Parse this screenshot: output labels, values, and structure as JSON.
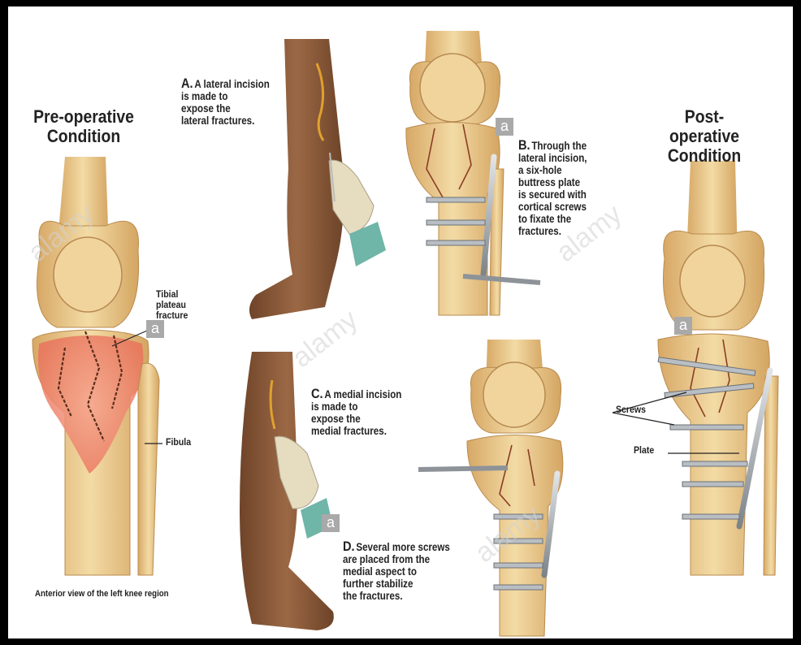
{
  "titles": {
    "pre": "Pre-operative\nCondition",
    "post": "Post-operative\nCondition"
  },
  "steps": {
    "a": {
      "letter": "A.",
      "text": "A lateral incision\nis made to\nexpose the\nlateral fractures."
    },
    "b": {
      "letter": "B.",
      "text": "Through the\nlateral incision,\na six-hole\nbuttress plate\nis secured with\ncortical screws\nto fixate the\nfractures."
    },
    "c": {
      "letter": "C.",
      "text": "A medial incision\nis made to\nexpose the\nmedial fractures."
    },
    "d": {
      "letter": "D.",
      "text": "Several more screws\nare placed from the\nmedial aspect to\nfurther stabilize\nthe fractures."
    }
  },
  "labels": {
    "tibial_fracture": "Tibial\nplateau\nfracture",
    "fibula": "Fibula",
    "screws": "Screws",
    "plate": "Plate"
  },
  "footnote": "Anterior view of the left knee region",
  "watermark": {
    "mark": "a",
    "brand": "alamy"
  },
  "colors": {
    "bone": "#e9c98b",
    "bone_dark": "#c99a55",
    "fracture_red": "#f08a78",
    "skin": "#8a5a3c",
    "glove": "#e6dcc0",
    "sleeve": "#6fb5a8",
    "metal": "#9da3a8"
  }
}
